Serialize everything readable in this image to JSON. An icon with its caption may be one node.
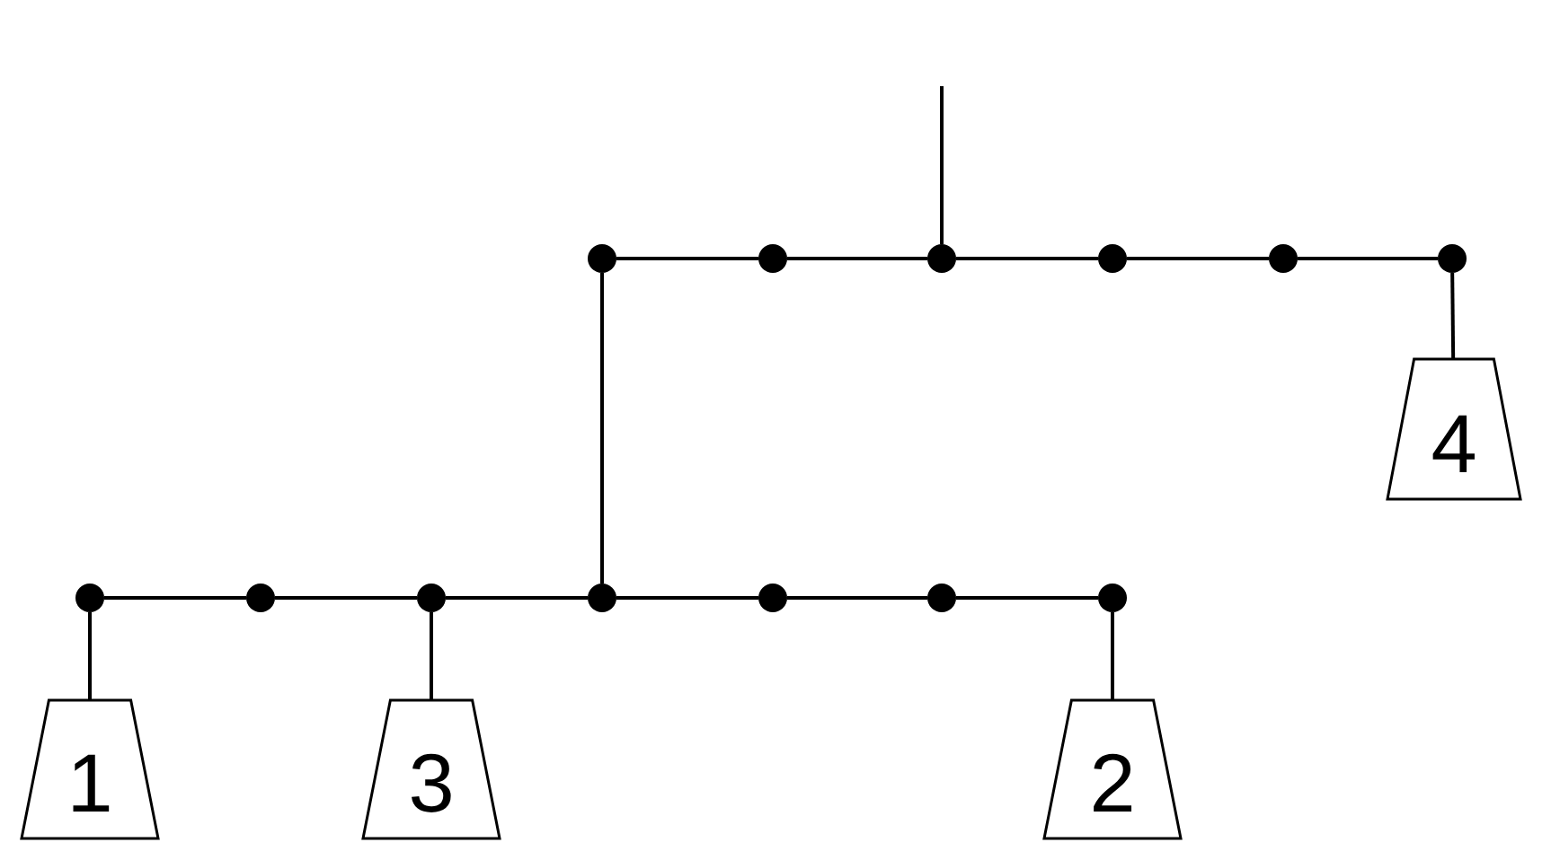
{
  "diagram": {
    "nodes": [
      {
        "text": [],
        "shape": "circle"
      },
      {
        "text": [],
        "shape": "circle"
      },
      {
        "text": [],
        "shape": "circle"
      },
      {
        "text": [],
        "shape": "circle"
      },
      {
        "text": [],
        "shape": "circle"
      },
      {
        "text": [],
        "shape": "circle"
      },
      {
        "text": [
          "4"
        ]
      },
      {
        "text": [],
        "shape": "circle"
      },
      {
        "text": [],
        "shape": "circle"
      },
      {
        "text": [],
        "shape": "circle"
      },
      {
        "text": [],
        "shape": "circle"
      },
      {
        "text": [],
        "shape": "circle"
      },
      {
        "text": [],
        "shape": "circle"
      },
      {
        "text": [],
        "shape": "circle"
      },
      {
        "text": [
          "1"
        ]
      },
      {
        "text": [
          "3"
        ]
      },
      {
        "text": [
          "2"
        ]
      }
    ],
    "edges": [
      {
        "from": null,
        "to": 2,
        "arrow": "none"
      },
      {
        "from": 0,
        "to": 1,
        "arrow": "none"
      },
      {
        "from": 1,
        "to": 2,
        "arrow": "none"
      },
      {
        "from": 2,
        "to": 3,
        "arrow": "none"
      },
      {
        "from": 3,
        "to": 4,
        "arrow": "none"
      },
      {
        "from": 4,
        "to": 5,
        "arrow": "none"
      },
      {
        "from": 5,
        "to": 6,
        "arrow": "none"
      },
      {
        "from": 0,
        "to": 10,
        "arrow": "none"
      },
      {
        "from": 7,
        "to": 8,
        "arrow": "none"
      },
      {
        "from": 8,
        "to": 9,
        "arrow": "none"
      },
      {
        "from": 9,
        "to": 10,
        "arrow": "none"
      },
      {
        "from": 10,
        "to": 11,
        "arrow": "none"
      },
      {
        "from": 11,
        "to": 12,
        "arrow": "none"
      },
      {
        "from": 12,
        "to": 13,
        "arrow": "none"
      },
      {
        "from": 7,
        "to": 14,
        "arrow": "none"
      },
      {
        "from": 9,
        "to": 15,
        "arrow": "none"
      },
      {
        "from": 13,
        "to": 16,
        "arrow": "none"
      }
    ]
  }
}
